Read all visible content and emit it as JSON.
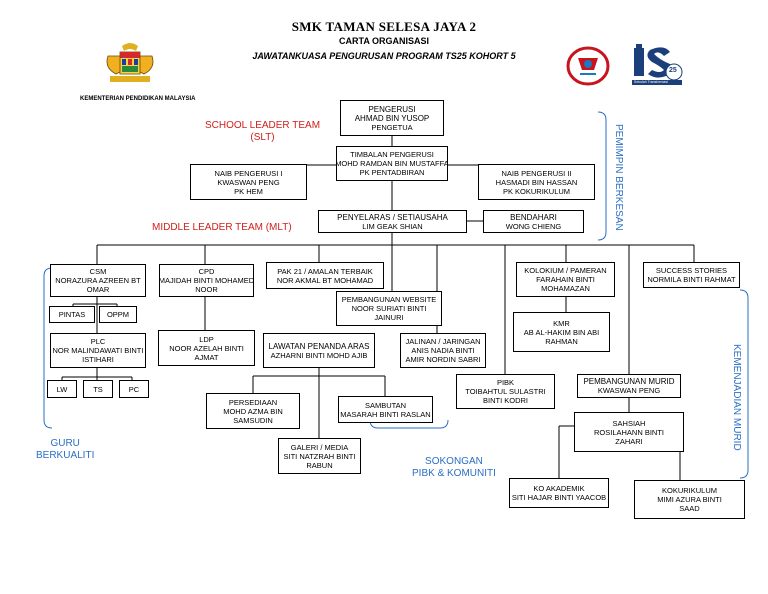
{
  "header": {
    "school": "SMK TAMAN SELESA JAYA 2",
    "chart_title": "CARTA ORGANISASI",
    "committee": "JAWATANKUASA PENGURUSAN PROGRAM TS25 KOHORT 5",
    "ministry": "KEMENTERIAN PENDIDIKAN MALAYSIA",
    "logo_ts25_text": "25",
    "logo_ts25_caption": "Sekolah Transformasi"
  },
  "labels": {
    "slt_line1": "SCHOOL LEADER TEAM",
    "slt_line2": "(SLT)",
    "mlt": "MIDDLE LEADER TEAM (MLT)",
    "guru_line1": "GURU",
    "guru_line2": "BERKUALITI",
    "sokongan_line1": "SOKONGAN",
    "sokongan_line2": "PIBK & KOMUNITI",
    "kepimpinan": "PEMIMPIN BERKESAN",
    "kemenjadian": "KEMENJADIAN MURID"
  },
  "nodes": {
    "pengerusi": [
      "PENGERUSI",
      "AHMAD BIN YUSOP",
      "PENGETUA"
    ],
    "timbalan": [
      "TIMBALAN PENGERUSI",
      "MOHD RAMDAN BIN MUSTAFFA",
      "PK PENTADBIRAN"
    ],
    "naib1": [
      "NAIB PENGERUSI I",
      "KWASWAN PENG",
      "PK HEM"
    ],
    "naib2": [
      "NAIB PENGERUSI II",
      "HASMADI BIN HASSAN",
      "PK KOKURIKULUM"
    ],
    "penyelaras": [
      "PENYELARAS / SETIAUSAHA",
      "LIM GEAK SHIAN"
    ],
    "bendahari": [
      "BENDAHARI",
      "WONG CHIENG"
    ],
    "csm": [
      "CSM",
      "NORAZURA AZREEN BT",
      "OMAR"
    ],
    "pintas": [
      "PINTAS"
    ],
    "oppm": [
      "OPPM"
    ],
    "cpd": [
      "CPD",
      "MAJIDAH BINTI MOHAMED",
      "NOOR"
    ],
    "pak21": [
      "PAK 21 / AMALAN TERBAIK",
      "NOR AKMAL BT MOHAMAD"
    ],
    "website": [
      "PEMBANGUNAN WEBSITE",
      "NOOR SURIATI BINTI",
      "JAINURI"
    ],
    "kolokium": [
      "KOLOKIUM / PAMERAN",
      "FARAHAIN BINTI",
      "MOHAMAZAN"
    ],
    "success": [
      "SUCCESS STORIES",
      "NORMILA BINTI RAHMAT"
    ],
    "plc": [
      "PLC",
      "NOR MALINDAWATI BINTI",
      "ISTIHARI"
    ],
    "lw": [
      "LW"
    ],
    "ts": [
      "TS"
    ],
    "pc": [
      "PC"
    ],
    "ldp": [
      "LDP",
      "NOOR AZELAH BINTI",
      "AJMAT"
    ],
    "lawatan": [
      "LAWATAN PENANDA ARAS",
      "AZHARNI BINTI MOHD AJIB"
    ],
    "jalinan": [
      "JALINAN / JARINGAN",
      "ANIS NADIA BINTI",
      "AMIR NORDIN SABRI"
    ],
    "kmr": [
      "KMR",
      "AB AL-HAKIM BIN ABI",
      "RAHMAN"
    ],
    "pibk": [
      "PIBK",
      "TOIBAHTUL SULASTRI",
      "BINTI KODRI"
    ],
    "pembangunan_murid": [
      "PEMBANGUNAN MURID",
      "KWASWAN PENG"
    ],
    "persediaan": [
      "PERSEDIAAN",
      "MOHD AZMA BIN",
      "SAMSUDIN"
    ],
    "sambutan": [
      "SAMBUTAN",
      "MASARAH BINTI RASLAN"
    ],
    "galeri": [
      "GALERI / MEDIA",
      "SITI NATZRAH BINTI",
      "RABUN"
    ],
    "sahsiah": [
      "SAHSIAH",
      "ROSILAHANN BINTI",
      "ZAHARI"
    ],
    "koakademik": [
      "KO AKADEMIK",
      "SITI HAJAR BINTI YAACOB"
    ],
    "kokurikulum": [
      "KOKURIKULUM",
      "MIMI AZURA BINTI",
      "SAAD"
    ]
  },
  "colors": {
    "slt_red": "#d0201c",
    "bracket_blue": "#2a6fc4"
  },
  "icons": [
    "malaysia-coat-of-arms-icon",
    "school-crest-icon",
    "ts25-logo-icon"
  ]
}
